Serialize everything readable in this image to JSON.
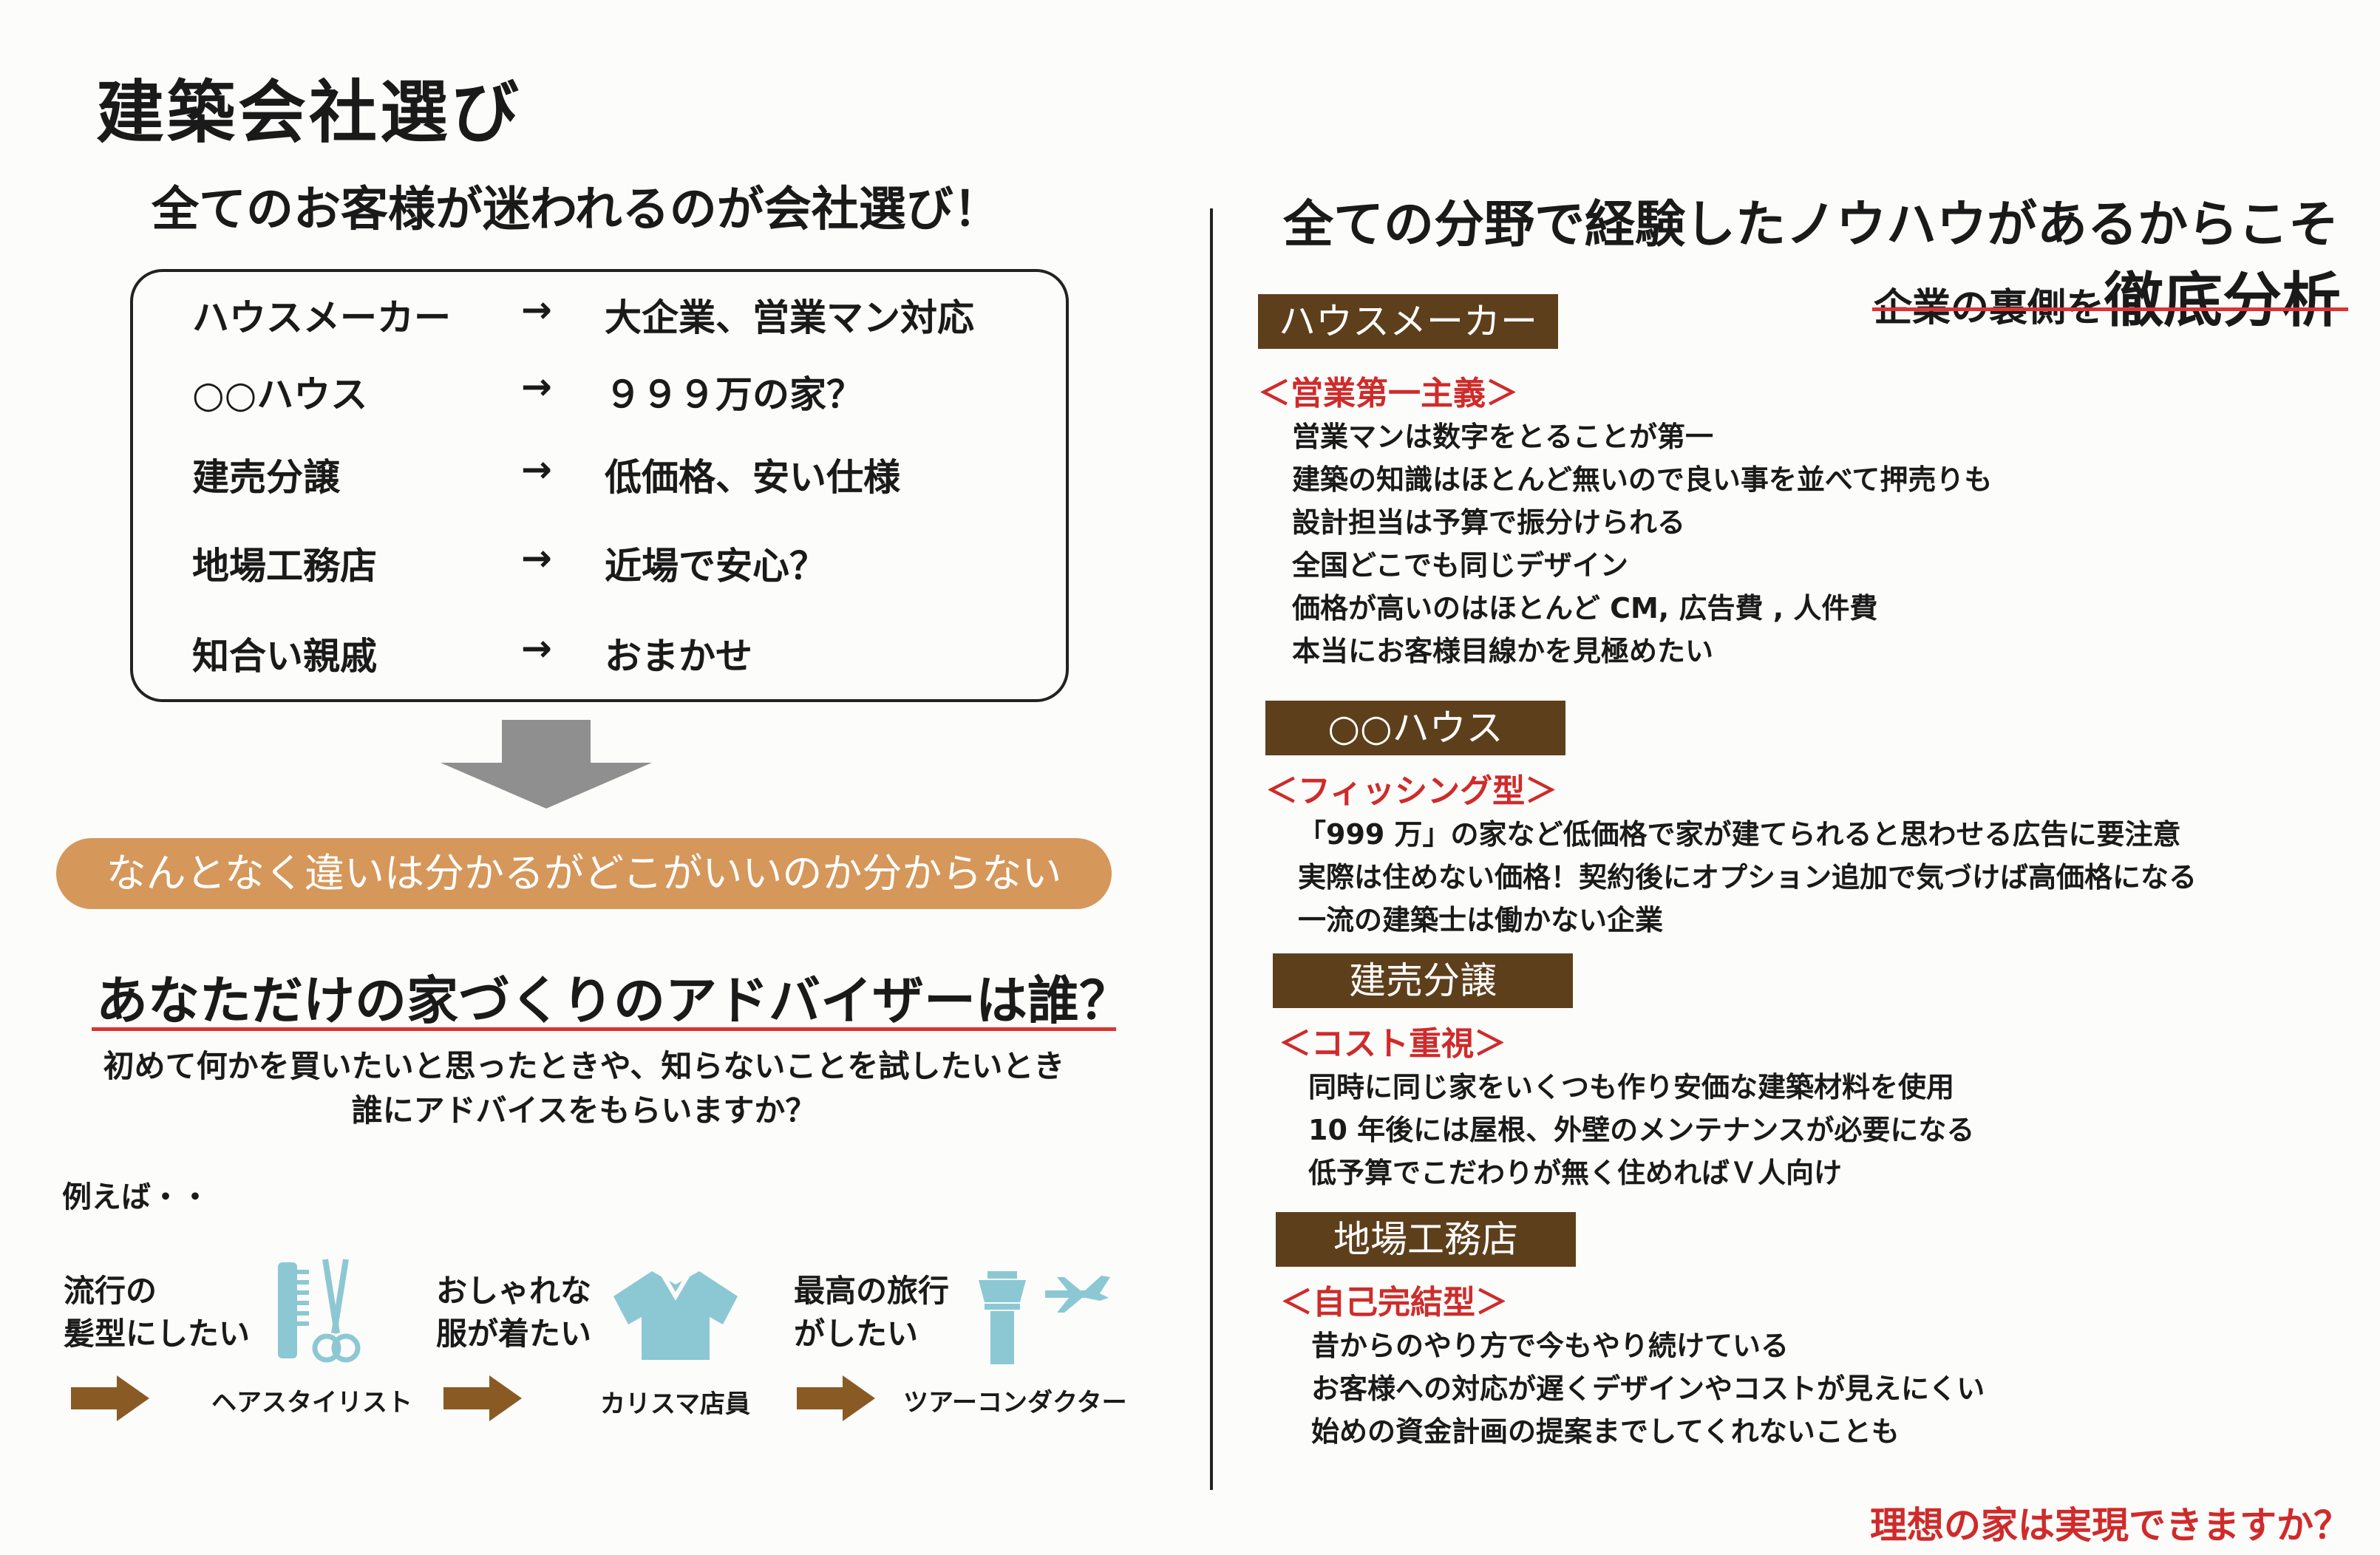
{
  "left": {
    "title": "建築会社選び",
    "subtitle": "全てのお客様が迷われるのが会社選び！",
    "arrow": "→",
    "types": [
      {
        "name": "ハウスメーカー",
        "desc": "大企業、営業マン対応"
      },
      {
        "name": "○○ハウス",
        "desc": "９９９万の家？"
      },
      {
        "name": "建売分譲",
        "desc": "低価格、安い仕様"
      },
      {
        "name": "地場工務店",
        "desc": "近場で安心？"
      },
      {
        "name": "知合い親戚",
        "desc": "おまかせ"
      }
    ],
    "banner": "なんとなく違いは分かるがどこがいいのか分からない",
    "advisor_heading": "あなただけの家づくりのアドバイザーは誰？",
    "intro_line1": "初めて何かを買いたいと思ったときや、知らないことを試したいとき",
    "intro_line2": "誰にアドバイスをもらいますか？",
    "examples_label": "例えば・・",
    "examples": [
      {
        "line1": "流行の",
        "line2": "髪型にしたい",
        "role": "ヘアスタイリスト",
        "icon": "comb-scissors-icon"
      },
      {
        "line1": "おしゃれな",
        "line2": "服が着たい",
        "role": "カリスマ店員",
        "icon": "shirt-icon"
      },
      {
        "line1": "最高の旅行",
        "line2": "がしたい",
        "role": "ツアーコンダクター",
        "icon": "control-tower-airplane-icon"
      }
    ]
  },
  "right": {
    "heading": "全ての分野で経験したノウハウがあるからこそ",
    "sub_small": "企業の裏側を",
    "sub_big": "徹底分析",
    "categories": [
      {
        "name": "ハウスメーカー",
        "tag": "＜営業第一主義＞",
        "lines": [
          "営業マンは数字をとることが第一",
          "建築の知識はほとんど無いので良い事を並べて押売りも",
          "設計担当は予算で振分けられる",
          "全国どこでも同じデザイン",
          "価格が高いのはほとんど CM, 広告費 , 人件費",
          "本当にお客様目線かを見極めたい"
        ]
      },
      {
        "name": "○○ハウス",
        "tag": "＜フィッシング型＞",
        "lines": [
          "「999 万」の家など低価格で家が建てられると思わせる広告に要注意",
          "実際は住めない価格！契約後にオプション追加で気づけば高価格になる",
          "一流の建築士は働かない企業"
        ]
      },
      {
        "name": "建売分譲",
        "tag": "＜コスト重視＞",
        "lines": [
          "同時に同じ家をいくつも作り安価な建築材料を使用",
          "10 年後には屋根、外壁のメンテナンスが必要になる",
          "低予算でこだわりが無く住めればＶ人向け"
        ]
      },
      {
        "name": "地場工務店",
        "tag": "＜自己完結型＞",
        "lines": [
          "昔からのやり方で今もやり続けている",
          "お客様への対応が遅くデザインやコストが見えにくい",
          "始めの資金計画の提案までしてくれないことも"
        ]
      }
    ],
    "closing": "理想の家は実現できますか？"
  },
  "colors": {
    "accent_red": "#cf2b2b",
    "category_brown": "#5e3f1c",
    "banner_orange": "#d6975a",
    "arrow_brown": "#8a5a24",
    "icon_blue": "#8cc8d4"
  }
}
